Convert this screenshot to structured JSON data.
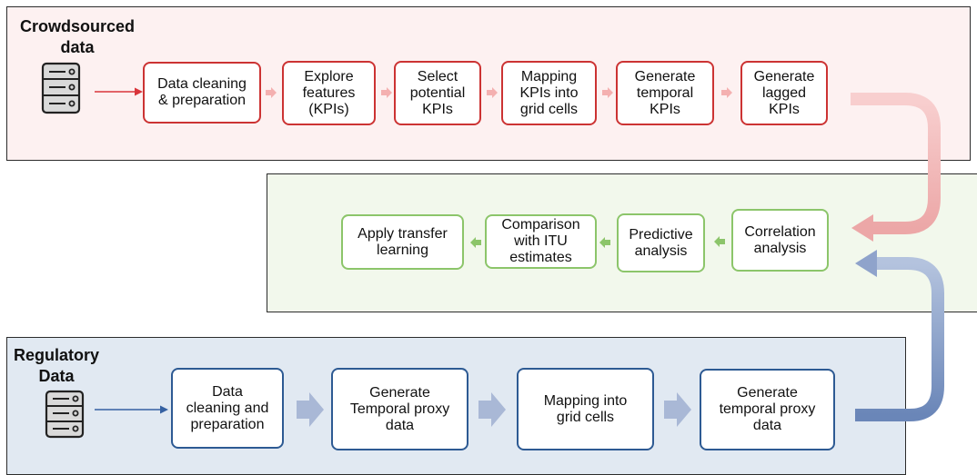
{
  "crowd": {
    "heading": "Crowdsourced\ndata",
    "steps": [
      "Data cleaning\n& preparation",
      "Explore\nfeatures\n(KPIs)",
      "Select\npotential\nKPIs",
      "Mapping\nKPIs into\ngrid cells",
      "Generate\ntemporal\nKPIs",
      "Generate\nlagged\nKPIs"
    ],
    "database_icon": "database-icon"
  },
  "analysis": {
    "steps": [
      "Correlation\nanalysis",
      "Predictive\nanalysis",
      "Comparison\nwith ITU\nestimates",
      "Apply transfer\nlearning"
    ]
  },
  "regulatory": {
    "heading": "Regulatory\nData",
    "steps": [
      "Data\ncleaning and\npreparation",
      "Generate\nTemporal proxy\ndata",
      "Mapping into\ngrid cells",
      "Generate\ntemporal proxy\ndata"
    ],
    "database_icon": "database-icon"
  },
  "colors": {
    "crowd_accent": "#cc3333",
    "crowd_arrow": "#f4b9b9",
    "analysis_accent": "#8cc56a",
    "regulatory_accent": "#2d5a93",
    "regulatory_arrow": "#b7c6de"
  }
}
